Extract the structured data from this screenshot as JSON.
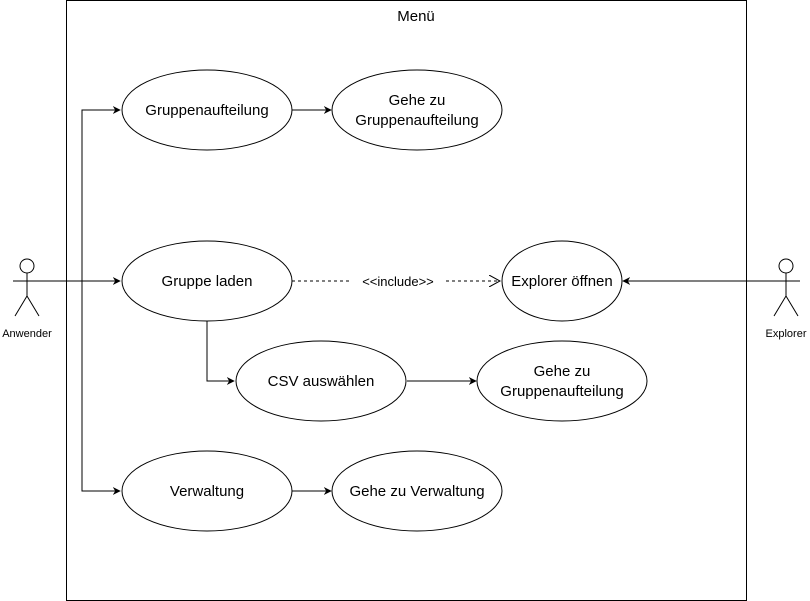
{
  "diagram": {
    "system_title": "Menü",
    "actors": {
      "left": "Anwender",
      "right": "Explorer"
    },
    "use_cases": {
      "gruppenaufteilung": [
        "Gruppenaufteilung"
      ],
      "gehe_zu_gruppenaufteilung_1": [
        "Gehe zu",
        "Gruppenaufteilung"
      ],
      "gruppe_laden": [
        "Gruppe laden"
      ],
      "explorer_oeffnen": [
        "Explorer öffnen"
      ],
      "csv_auswaehlen": [
        "CSV auswählen"
      ],
      "gehe_zu_gruppenaufteilung_2": [
        "Gehe zu",
        "Gruppenaufteilung"
      ],
      "verwaltung": [
        "Verwaltung"
      ],
      "gehe_zu_verwaltung": [
        "Gehe zu Verwaltung"
      ]
    },
    "include_label": "<<include>>"
  },
  "colors": {
    "stroke": "#000000",
    "fill": "#ffffff"
  }
}
